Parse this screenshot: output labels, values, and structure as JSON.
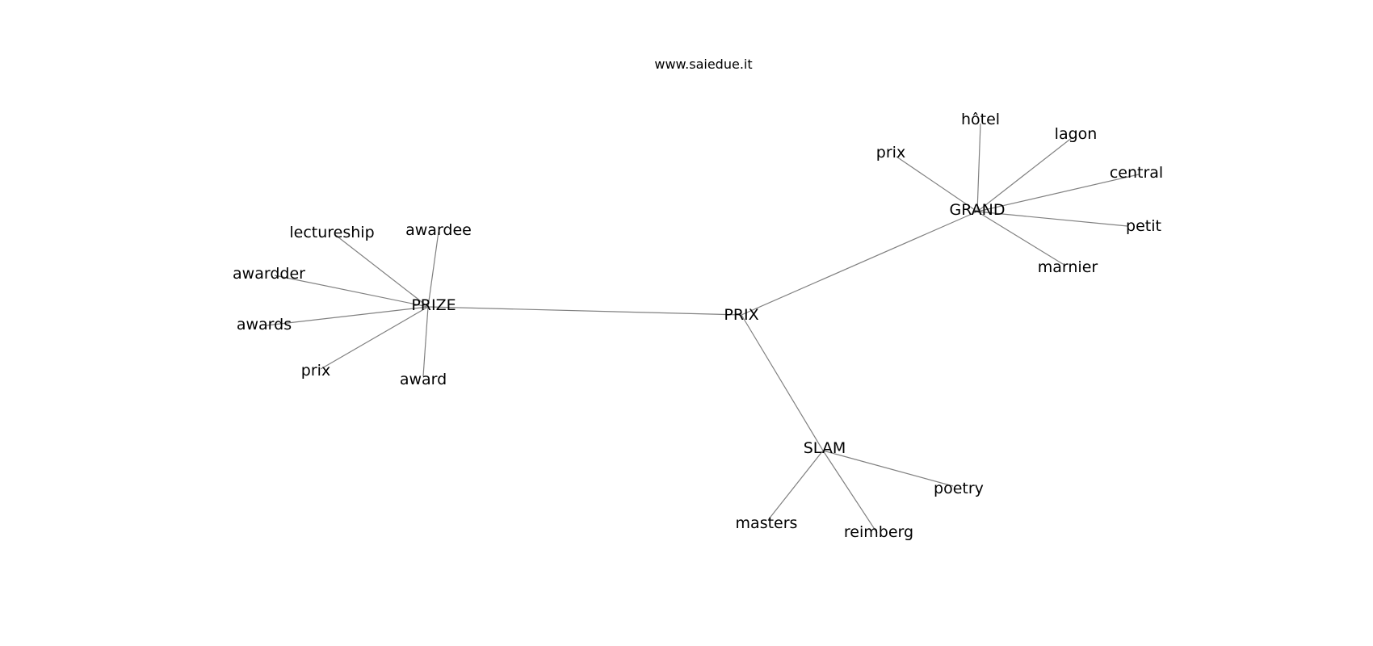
{
  "source": "www.saiedue.it",
  "graph": {
    "nodes": [
      {
        "id": "prix_center",
        "label": "PRIX"
      },
      {
        "id": "prize",
        "label": "PRIZE"
      },
      {
        "id": "grand",
        "label": "GRAND"
      },
      {
        "id": "slam",
        "label": "SLAM"
      },
      {
        "id": "lectureship",
        "label": "lectureship"
      },
      {
        "id": "awardee",
        "label": "awardee"
      },
      {
        "id": "awardder",
        "label": "awardder"
      },
      {
        "id": "awards",
        "label": "awards"
      },
      {
        "id": "prix_prize",
        "label": "prix"
      },
      {
        "id": "award",
        "label": "award"
      },
      {
        "id": "prix_grand",
        "label": "prix"
      },
      {
        "id": "hotel",
        "label": "hôtel"
      },
      {
        "id": "lagon",
        "label": "lagon"
      },
      {
        "id": "central",
        "label": "central"
      },
      {
        "id": "petit",
        "label": "petit"
      },
      {
        "id": "marnier",
        "label": "marnier"
      },
      {
        "id": "poetry",
        "label": "poetry"
      },
      {
        "id": "masters",
        "label": "masters"
      },
      {
        "id": "reimberg",
        "label": "reimberg"
      }
    ],
    "edges": [
      [
        "prix_center",
        "prize"
      ],
      [
        "prix_center",
        "grand"
      ],
      [
        "prix_center",
        "slam"
      ],
      [
        "prize",
        "lectureship"
      ],
      [
        "prize",
        "awardee"
      ],
      [
        "prize",
        "awardder"
      ],
      [
        "prize",
        "awards"
      ],
      [
        "prize",
        "prix_prize"
      ],
      [
        "prize",
        "award"
      ],
      [
        "grand",
        "prix_grand"
      ],
      [
        "grand",
        "hotel"
      ],
      [
        "grand",
        "lagon"
      ],
      [
        "grand",
        "central"
      ],
      [
        "grand",
        "petit"
      ],
      [
        "grand",
        "marnier"
      ],
      [
        "slam",
        "poetry"
      ],
      [
        "slam",
        "masters"
      ],
      [
        "slam",
        "reimberg"
      ]
    ]
  }
}
